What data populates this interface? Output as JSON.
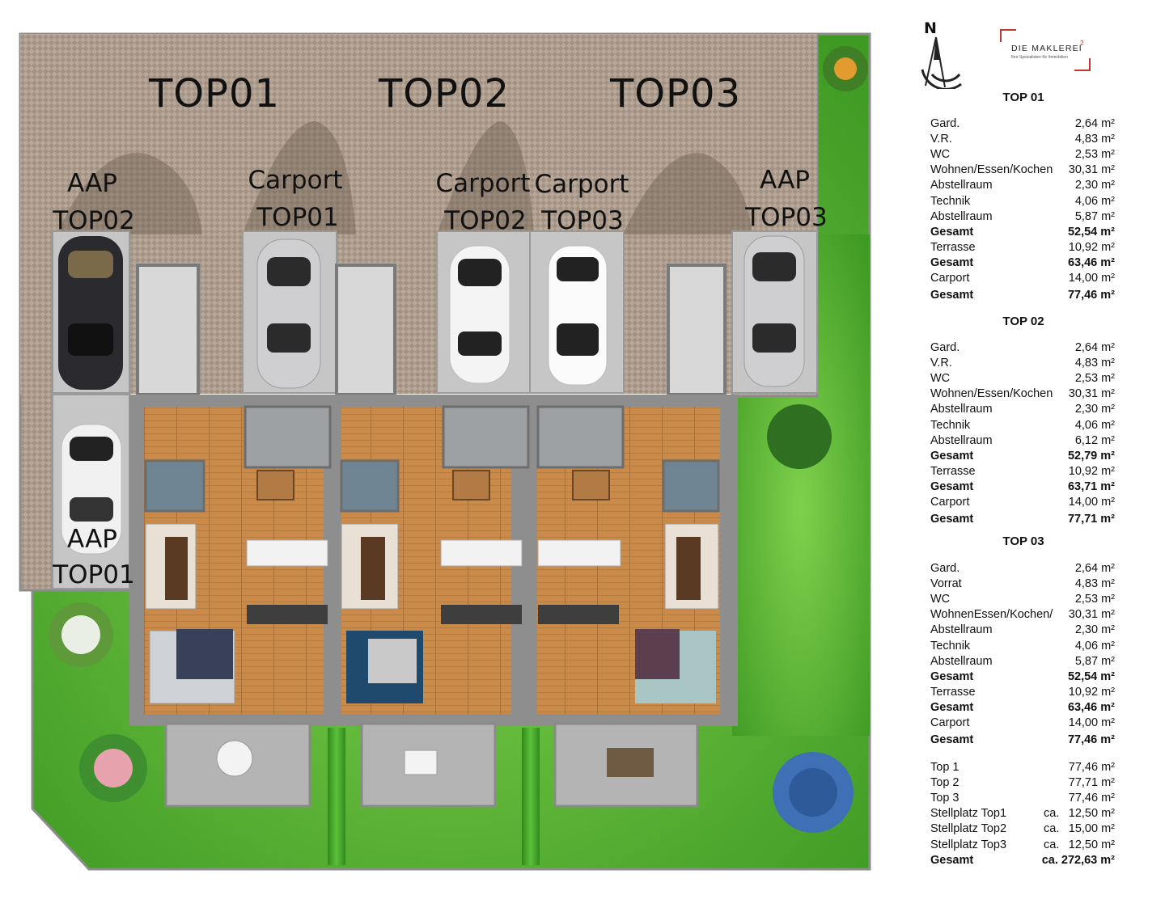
{
  "plan": {
    "unit_titles": [
      "TOP01",
      "TOP02",
      "TOP03"
    ],
    "parking_labels": {
      "aap_top02": [
        "AAP",
        "TOP02"
      ],
      "carport_top01": [
        "Carport",
        "TOP01"
      ],
      "carport_top02": [
        "Carport",
        "TOP02"
      ],
      "carport_top03": [
        "Carport",
        "TOP03"
      ],
      "aap_top03": [
        "AAP",
        "TOP03"
      ],
      "aap_top01": [
        "AAP",
        "TOP01"
      ]
    }
  },
  "compass": {
    "label": "N"
  },
  "logo": {
    "name": "DIE MAKLEREI",
    "superscript": "2",
    "tagline": "Ihre Spezialisten für Immobilien"
  },
  "units": [
    {
      "title": "TOP 01",
      "rows": [
        {
          "k": "Gard.",
          "v": "2,64 m²",
          "bold": false
        },
        {
          "k": "V.R.",
          "v": "4,83 m²",
          "bold": false
        },
        {
          "k": "WC",
          "v": "2,53 m²",
          "bold": false
        },
        {
          "k": "Wohnen/Essen/Kochen",
          "v": "30,31 m²",
          "bold": false
        },
        {
          "k": "Abstellraum",
          "v": "2,30 m²",
          "bold": false
        },
        {
          "k": "Technik",
          "v": "4,06 m²",
          "bold": false
        },
        {
          "k": "Abstellraum",
          "v": "5,87 m²",
          "bold": false
        },
        {
          "k": "Gesamt",
          "v": "52,54 m²",
          "bold": true
        },
        {
          "k": "Terrasse",
          "v": "10,92 m²",
          "bold": false
        },
        {
          "k": "Gesamt",
          "v": "63,46 m²",
          "bold": true
        },
        {
          "k": "Carport",
          "v": "14,00 m²",
          "bold": false
        },
        {
          "k": "Gesamt",
          "v": "77,46 m²",
          "bold": true
        }
      ]
    },
    {
      "title": "TOP 02",
      "rows": [
        {
          "k": "Gard.",
          "v": "2,64 m²",
          "bold": false
        },
        {
          "k": "V.R.",
          "v": "4,83 m²",
          "bold": false
        },
        {
          "k": "WC",
          "v": "2,53 m²",
          "bold": false
        },
        {
          "k": "Wohnen/Essen/Kochen",
          "v": "30,31 m²",
          "bold": false
        },
        {
          "k": "Abstellraum",
          "v": "2,30 m²",
          "bold": false
        },
        {
          "k": "Technik",
          "v": "4,06 m²",
          "bold": false
        },
        {
          "k": "Abstellraum",
          "v": "6,12 m²",
          "bold": false
        },
        {
          "k": "Gesamt",
          "v": "52,79 m²",
          "bold": true
        },
        {
          "k": "Terrasse",
          "v": "10,92 m²",
          "bold": false
        },
        {
          "k": "Gesamt",
          "v": "63,71 m²",
          "bold": true
        },
        {
          "k": "Carport",
          "v": "14,00 m²",
          "bold": false
        },
        {
          "k": "Gesamt",
          "v": "77,71 m²",
          "bold": true
        }
      ]
    },
    {
      "title": "TOP 03",
      "rows": [
        {
          "k": "Gard.",
          "v": "2,64 m²",
          "bold": false
        },
        {
          "k": "Vorrat",
          "v": "4,83 m²",
          "bold": false
        },
        {
          "k": "WC",
          "v": "2,53 m²",
          "bold": false
        },
        {
          "k": "WohnenEssen/Kochen/",
          "v": "30,31 m²",
          "bold": false
        },
        {
          "k": "Abstellraum",
          "v": "2,30 m²",
          "bold": false
        },
        {
          "k": "Technik",
          "v": "4,06 m²",
          "bold": false
        },
        {
          "k": "Abstellraum",
          "v": "5,87 m²",
          "bold": false
        },
        {
          "k": "Gesamt",
          "v": "52,54 m²",
          "bold": true
        },
        {
          "k": "Terrasse",
          "v": "10,92 m²",
          "bold": false
        },
        {
          "k": "Gesamt",
          "v": "63,46 m²",
          "bold": true
        },
        {
          "k": "Carport",
          "v": "14,00 m²",
          "bold": false
        },
        {
          "k": "Gesamt",
          "v": "77,46 m²",
          "bold": true
        }
      ]
    }
  ],
  "summary": [
    {
      "k": "Top 1",
      "ca": "",
      "v": "77,46 m²",
      "bold": false
    },
    {
      "k": "Top 2",
      "ca": "",
      "v": "77,71 m²",
      "bold": false
    },
    {
      "k": "Top 3",
      "ca": "",
      "v": "77,46 m²",
      "bold": false
    },
    {
      "k": "Stellplatz Top1",
      "ca": "ca.",
      "v": "12,50 m²",
      "bold": false
    },
    {
      "k": "Stellplatz Top2",
      "ca": "ca.",
      "v": "15,00 m²",
      "bold": false
    },
    {
      "k": "Stellplatz Top3",
      "ca": "ca.",
      "v": "12,50 m²",
      "bold": false
    },
    {
      "k": "Gesamt",
      "ca": "",
      "v": "ca. 272,63 m²",
      "bold": true
    }
  ]
}
